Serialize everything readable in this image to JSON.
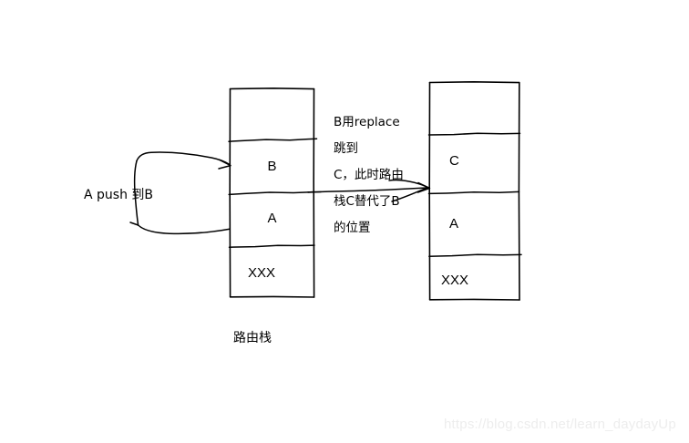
{
  "diagram": {
    "title_caption": "路由栈",
    "left_stack": {
      "name": "route-stack-before",
      "cells": [
        {
          "label": ""
        },
        {
          "label": "B"
        },
        {
          "label": "A"
        },
        {
          "label": "XXX"
        }
      ]
    },
    "right_stack": {
      "name": "route-stack-after",
      "cells": [
        {
          "label": ""
        },
        {
          "label": "C"
        },
        {
          "label": "A"
        },
        {
          "label": "XXX"
        }
      ]
    },
    "left_annotation": "A push 到B",
    "middle_note": [
      "B用replace",
      "跳到",
      "C，此时路由",
      "栈C替代了B",
      "的位置"
    ]
  },
  "watermark": {
    "text": "https://blog.csdn.net/learn_daydayUp"
  },
  "colors": {
    "ink": "#000000",
    "background": "#ffffff",
    "watermark": "#ededed"
  }
}
